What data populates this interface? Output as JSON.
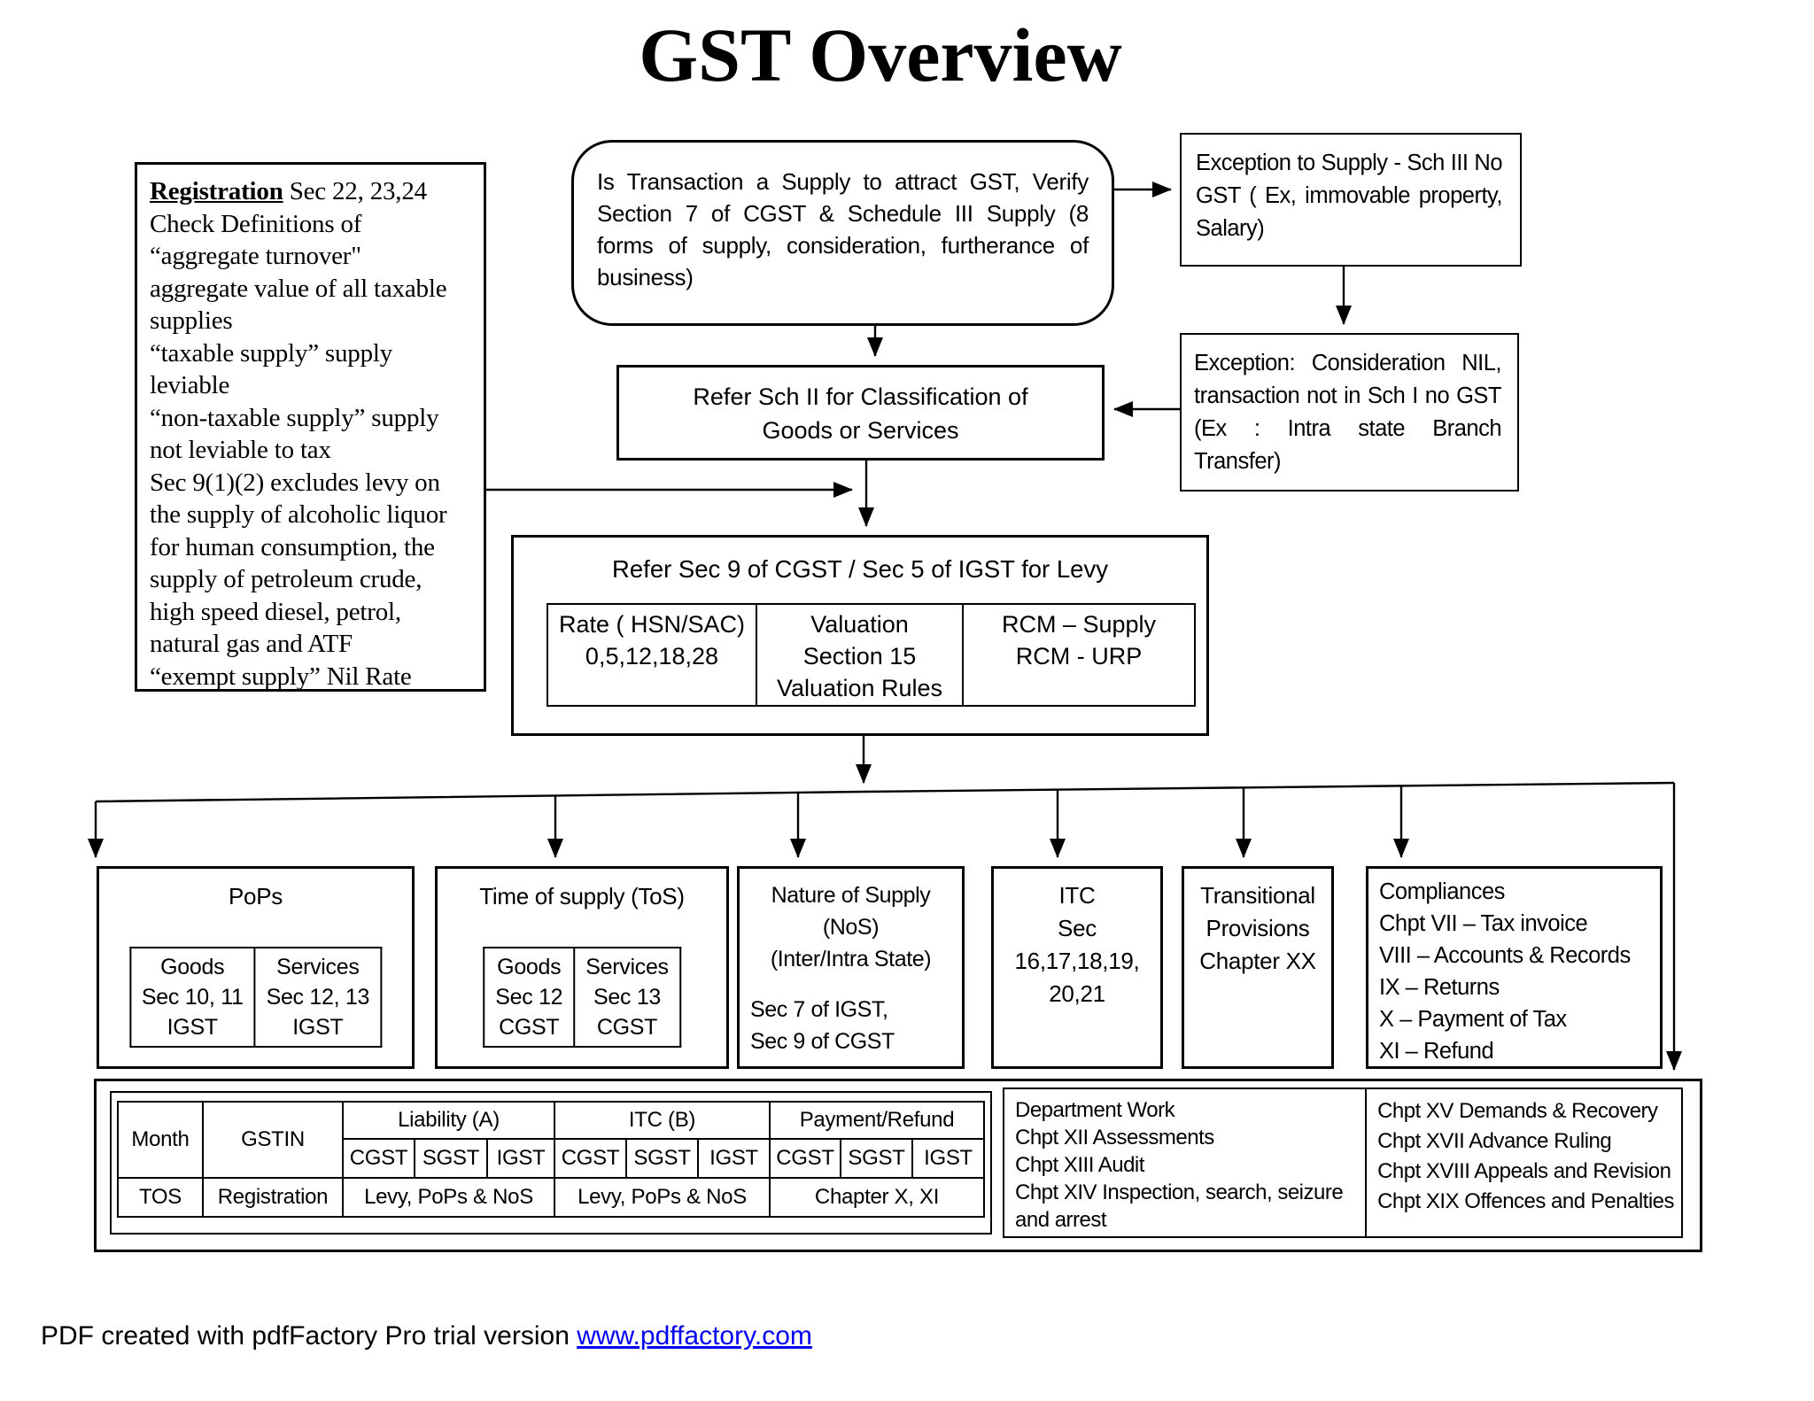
{
  "title": "GST Overview",
  "registration": {
    "heading": "Registration",
    "heading_rest": " Sec 22, 23,24",
    "lines": [
      "Check Definitions of",
      "“aggregate turnover\"",
      "aggregate value of all taxable",
      "supplies",
      "“taxable supply”  supply",
      "leviable",
      "“non-taxable supply”  supply",
      "not leviable to tax",
      "Sec 9(1)(2) excludes levy on",
      "the supply of alcoholic liquor",
      "for human consumption, the",
      "supply of petroleum crude,",
      "high speed diesel, petrol,",
      "natural gas and ATF",
      "“exempt supply”  Nil Rate"
    ]
  },
  "supply_check": "Is Transaction a Supply to attract GST, Verify Section 7 of CGST & Schedule III  Supply (8 forms of supply, consideration, furtherance of business)",
  "exception_sch3": "Exception to Supply  - Sch III No GST ( Ex, immovable property, Salary)",
  "exception_consideration": "Exception: Consideration NIL, transaction not in Sch I no GST (Ex : Intra state Branch Transfer)",
  "classification": [
    "Refer Sch II for Classification of",
    "Goods or Services"
  ],
  "levy": {
    "title": "Refer Sec 9 of CGST / Sec 5 of IGST for Levy",
    "cols": [
      [
        "Rate ( HSN/SAC)",
        "0,5,12,18,28",
        ""
      ],
      [
        "Valuation",
        "Section 15",
        "Valuation Rules"
      ],
      [
        "RCM – Supply",
        "RCM - URP",
        ""
      ]
    ]
  },
  "branches": {
    "pops": {
      "title": "PoPs",
      "goods": [
        "Goods",
        "Sec 10, 11",
        "IGST"
      ],
      "services": [
        "Services",
        "Sec 12, 13",
        "IGST"
      ]
    },
    "tos": {
      "title": "Time of supply (ToS)",
      "goods": [
        "Goods",
        "Sec 12",
        "CGST"
      ],
      "services": [
        "Services",
        "Sec 13",
        "CGST"
      ]
    },
    "nos": {
      "title": [
        "Nature of Supply",
        "(NoS)",
        "(Inter/Intra State)"
      ],
      "refs": [
        "Sec 7 of IGST,",
        "Sec 9 of CGST"
      ]
    },
    "itc": [
      "ITC",
      "Sec",
      "16,17,18,19,",
      "20,21"
    ],
    "transitional": [
      "Transitional",
      "Provisions",
      "Chapter XX"
    ],
    "compliances": [
      "Compliances",
      "Chpt VII – Tax invoice",
      "VIII – Accounts & Records",
      "IX – Returns",
      "X – Payment of Tax",
      "XI – Refund"
    ]
  },
  "summary": {
    "month": "Month",
    "gstin": "GSTIN",
    "groups": [
      "Liability (A)",
      "ITC (B)",
      "Payment/Refund"
    ],
    "taxes": [
      "CGST",
      "SGST",
      "IGST"
    ],
    "row": [
      "TOS",
      "Registration",
      "Levy, PoPs &  NoS",
      "Levy, PoPs &  NoS",
      "Chapter X, XI"
    ]
  },
  "department": [
    "Department Work",
    "Chpt XII Assessments",
    "Chpt XIII Audit",
    "Chpt XIV Inspection, search, seizure",
    "and arrest"
  ],
  "chapters": [
    "Chpt XV Demands & Recovery",
    "Chpt XVII Advance Ruling",
    "Chpt XVIII Appeals and Revision",
    "Chpt XIX Offences and Penalties"
  ],
  "footer": {
    "text": "PDF created with pdfFactory Pro trial version ",
    "link": "www.pdffactory.com"
  },
  "colors": {
    "ink": "#000000",
    "link": "#0000ee",
    "background": "#ffffff"
  }
}
